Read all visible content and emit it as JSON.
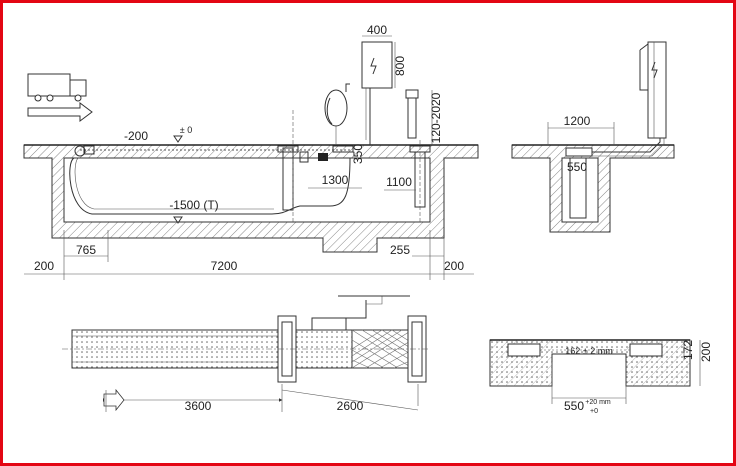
{
  "box": {
    "width": "400",
    "height": "800"
  },
  "elevation": {
    "top_level": "-200",
    "zero_level": "± 0",
    "pit_bottom": "-1500 (T)",
    "height_350": "350",
    "height_range": "120-2020",
    "d1300": "1300",
    "d1100": "1100"
  },
  "bottom_dims": {
    "left_200": "200",
    "d765": "765",
    "total_7200": "7200",
    "d255": "255",
    "right_200": "200"
  },
  "side_section": {
    "d1200": "1200",
    "d550": "550"
  },
  "plan": {
    "d3600": "3600",
    "d2600": "2600"
  },
  "detail": {
    "gap": "162 ± 2 mm",
    "h172": "172",
    "h200": "200",
    "w550": "550",
    "tol_plus": "+20 mm",
    "tol_zero": "+0"
  },
  "colors": {
    "frame": "#e30613",
    "hatch": "#888888",
    "line": "#333333"
  }
}
